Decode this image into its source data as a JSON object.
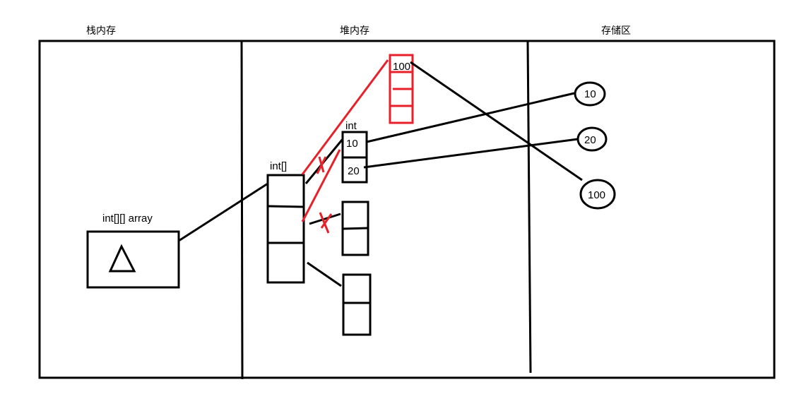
{
  "regions": {
    "stack": "栈内存",
    "heap": "堆内存",
    "storage": "存储区"
  },
  "stack_variable": {
    "label": "int[][] array",
    "reference_symbol": "triangle-icon"
  },
  "heap": {
    "outer_array_label": "int[]",
    "inner_array_label": "int",
    "inner_array_1_values": [
      "10",
      "20"
    ],
    "new_array_values": [
      "100",
      "",
      "",
      ""
    ]
  },
  "storage_values": [
    "10",
    "20",
    "100"
  ],
  "colors": {
    "ink": "#000000",
    "reassigned": "#e8202a"
  }
}
